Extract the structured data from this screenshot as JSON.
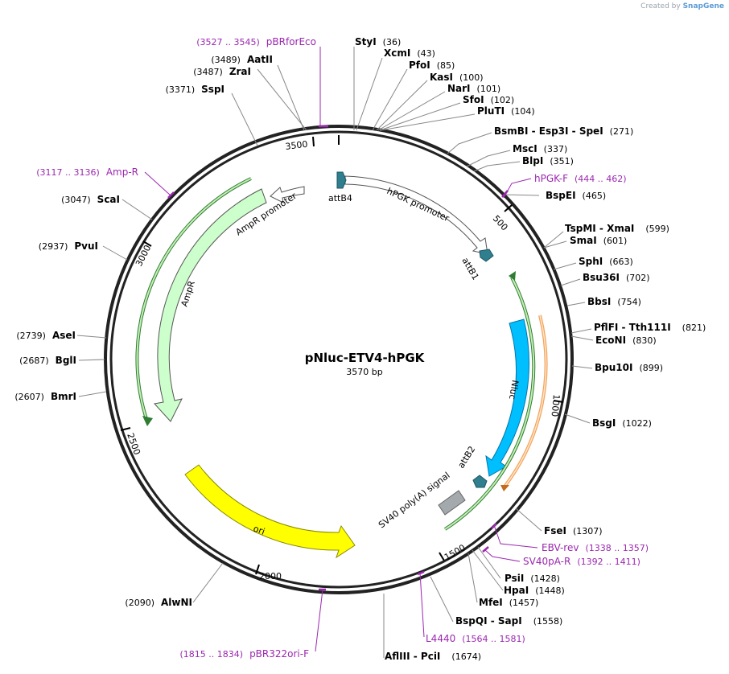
{
  "credit": {
    "prefix": "Created by",
    "brand": "SnapGene"
  },
  "plasmid": {
    "name": "pNluc-ETV4-hPGK",
    "length_label": "3570 bp",
    "length": 3570
  },
  "colors": {
    "primer": "#9c27b0",
    "backbone": "#000000",
    "ampr": "#ccffcc",
    "ori": "#ffff00",
    "nluc": "#00bfff",
    "att": "#2f7f8f",
    "polyA": "#a4a9ad",
    "promoter": "#ffffff",
    "green_feature": "#4caf50",
    "orange_feature": "#f4a460"
  },
  "ticks": [
    {
      "label": "500",
      "pos": 500
    },
    {
      "label": "1000",
      "pos": 1000
    },
    {
      "label": "1500",
      "pos": 1500
    },
    {
      "label": "2000",
      "pos": 2000
    },
    {
      "label": "2500",
      "pos": 2500
    },
    {
      "label": "3000",
      "pos": 3000
    },
    {
      "label": "3500",
      "pos": 3500
    }
  ],
  "features": [
    {
      "label": "hPGK promoter",
      "start": 40,
      "end": 420,
      "type": "promoter"
    },
    {
      "label": "attB4",
      "start": 0,
      "end": 22,
      "type": "att"
    },
    {
      "label": "attB1",
      "start": 420,
      "end": 445,
      "type": "att"
    },
    {
      "label": "Nluc",
      "start": 800,
      "end": 1315,
      "type": "nluc"
    },
    {
      "label": "attB2",
      "start": 1316,
      "end": 1340,
      "type": "att"
    },
    {
      "label": "SV40 poly(A) signal",
      "start": 1350,
      "end": 1450,
      "type": "polyA"
    },
    {
      "label": "ori",
      "start": 1860,
      "end": 2450,
      "type": "ori"
    },
    {
      "label": "AmpR",
      "start": 2650,
      "end": 3450,
      "type": "ampr"
    },
    {
      "label": "AmpR promoter",
      "start": 3480,
      "end": 3570,
      "type": "promoter"
    }
  ],
  "sites": [
    {
      "name": "StyI",
      "pos": "(36)"
    },
    {
      "name": "XcmI",
      "pos": "(43)"
    },
    {
      "name": "PfoI",
      "pos": "(85)"
    },
    {
      "name": "KasI",
      "pos": "(100)"
    },
    {
      "name": "NarI",
      "pos": "(101)"
    },
    {
      "name": "SfoI",
      "pos": "(102)"
    },
    {
      "name": "PluTI",
      "pos": "(104)"
    },
    {
      "name": "BsmBI  -  Esp3I  -  SpeI",
      "pos": "(271)"
    },
    {
      "name": "MscI",
      "pos": "(337)"
    },
    {
      "name": "BlpI",
      "pos": "(351)"
    },
    {
      "name": "BspEI",
      "pos": "(465)"
    },
    {
      "name": "TspMI  -  XmaI",
      "pos": "(599)"
    },
    {
      "name": "SmaI",
      "pos": "(601)"
    },
    {
      "name": "SphI",
      "pos": "(663)"
    },
    {
      "name": "Bsu36I",
      "pos": "(702)"
    },
    {
      "name": "BbsI",
      "pos": "(754)"
    },
    {
      "name": "PflFI  -  Tth111I",
      "pos": "(821)"
    },
    {
      "name": "EcoNI",
      "pos": "(830)"
    },
    {
      "name": "Bpu10I",
      "pos": "(899)"
    },
    {
      "name": "BsgI",
      "pos": "(1022)"
    },
    {
      "name": "FseI",
      "pos": "(1307)"
    },
    {
      "name": "PsiI",
      "pos": "(1428)"
    },
    {
      "name": "HpaI",
      "pos": "(1448)"
    },
    {
      "name": "MfeI",
      "pos": "(1457)"
    },
    {
      "name": "BspQI  -  SapI",
      "pos": "(1558)"
    },
    {
      "name": "AflIII  -  PciI",
      "pos": "(1674)"
    },
    {
      "name": "AlwNI",
      "pos": "(2090)"
    },
    {
      "name": "BmrI",
      "pos": "(2607)"
    },
    {
      "name": "BglI",
      "pos": "(2687)"
    },
    {
      "name": "AseI",
      "pos": "(2739)"
    },
    {
      "name": "PvuI",
      "pos": "(2937)"
    },
    {
      "name": "ScaI",
      "pos": "(3047)"
    },
    {
      "name": "SspI",
      "pos": "(3371)"
    },
    {
      "name": "ZraI",
      "pos": "(3487)"
    },
    {
      "name": "AatII",
      "pos": "(3489)"
    }
  ],
  "primers": [
    {
      "name": "pBRforEco",
      "range": "(3527 .. 3545)"
    },
    {
      "name": "hPGK-F",
      "range": "(444 .. 462)"
    },
    {
      "name": "EBV-rev",
      "range": "(1338 .. 1357)"
    },
    {
      "name": "SV40pA-R",
      "range": "(1392 .. 1411)"
    },
    {
      "name": "L4440",
      "range": "(1564 .. 1581)"
    },
    {
      "name": "pBR322ori-F",
      "range": "(1815 .. 1834)"
    },
    {
      "name": "Amp-R",
      "range": "(3117 .. 3136)"
    }
  ]
}
